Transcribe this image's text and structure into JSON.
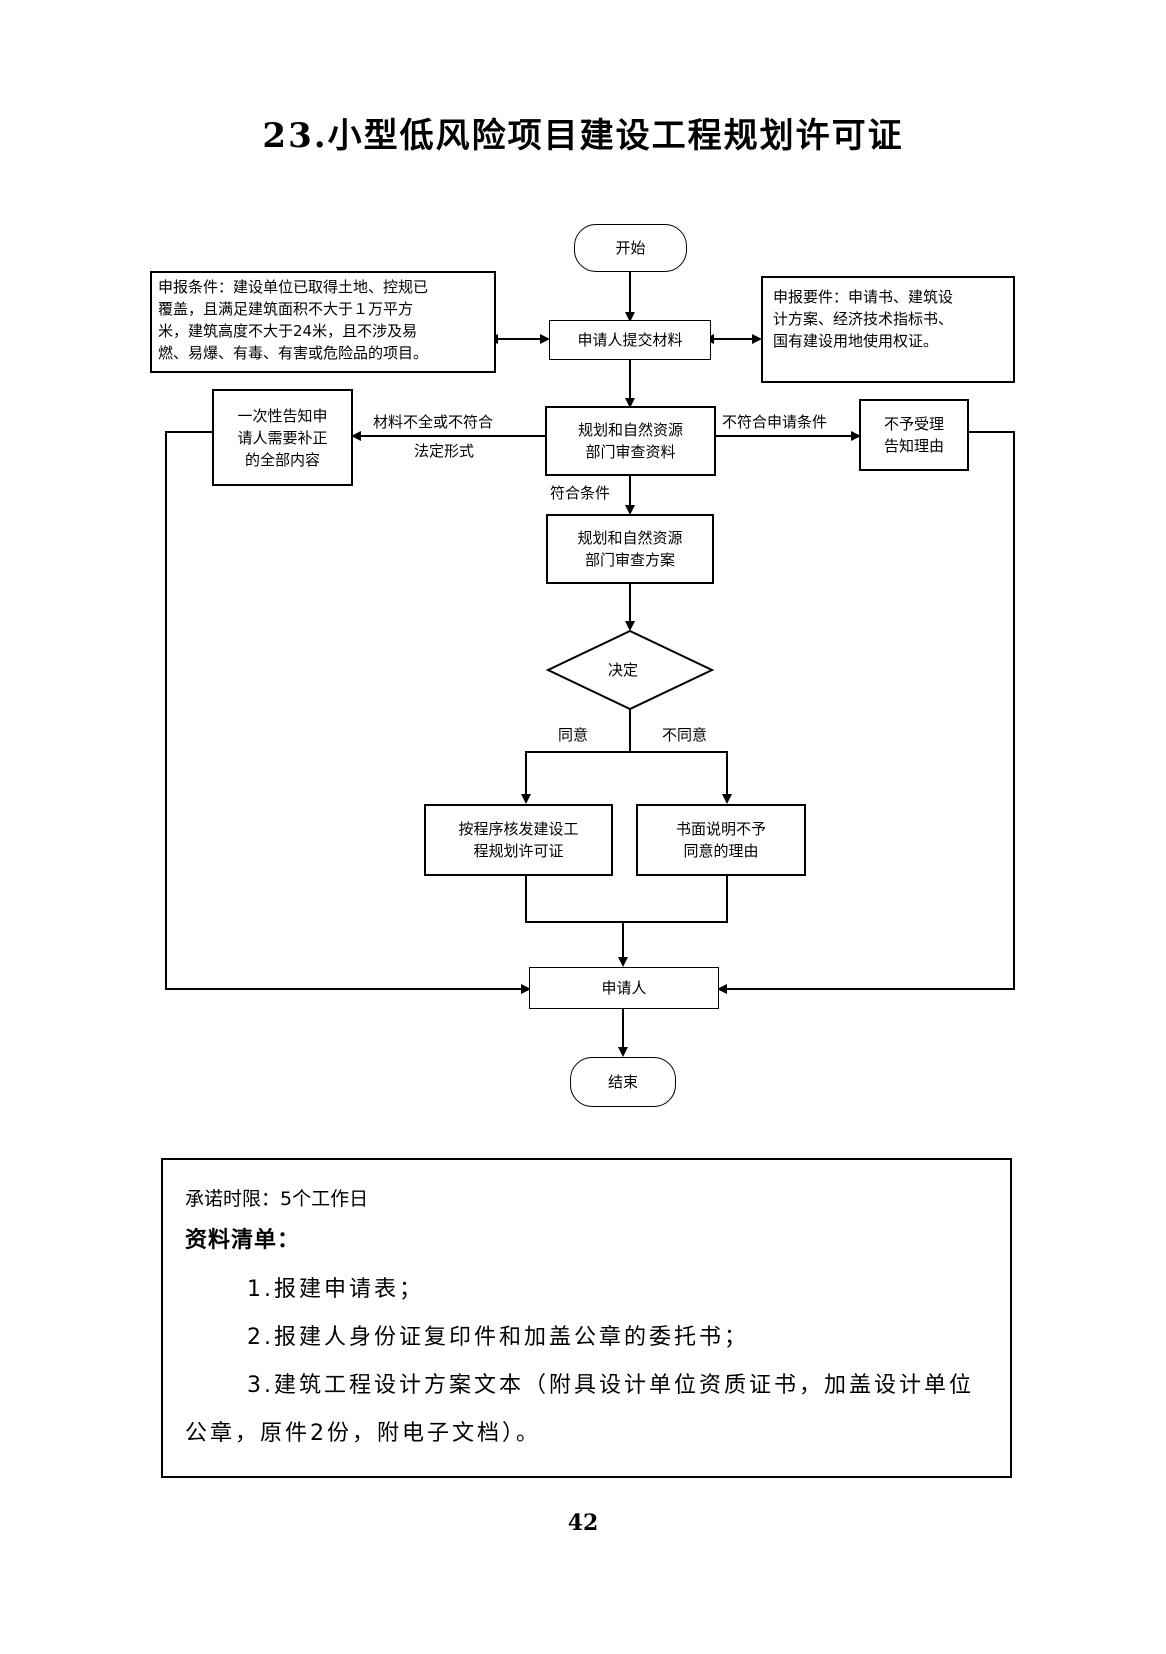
{
  "page": {
    "title": "23.小型低风险项目建设工程规划许可证",
    "page_number": "42"
  },
  "flowchart": {
    "start": "开始",
    "submit": "申请人提交材料",
    "conditions": "申报条件：建设单位已取得土地、控规已\n覆盖，且满足建筑面积不大于１万平方\n米，建筑高度不大于24米，且不涉及易\n燃、易爆、有毒、有害或危险品的项目。",
    "requirements": "申报要件：申请书、建筑设\n计方案、经济技术指标书、\n国有建设用地使用权证。",
    "review_materials": "规划和自然资源\n部门审查资料",
    "notify_once": "一次性告知申\n请人需要补正\n的全部内容",
    "incomplete_label_1": "材料不全或不符合",
    "incomplete_label_2": "法定形式",
    "not_eligible_label": "不符合申请条件",
    "reject": "不予受理\n告知理由",
    "eligible_label": "符合条件",
    "review_plan": "规划和自然资源\n部门审查方案",
    "decision": "决定",
    "agree_label": "同意",
    "disagree_label": "不同意",
    "issue": "按程序核发建设工\n程规划许可证",
    "written_reason": "书面说明不予\n同意的理由",
    "applicant": "申请人",
    "end": "结束"
  },
  "info": {
    "deadline": "承诺时限：5个工作日",
    "list_title": "资料清单：",
    "items": [
      "1.报建申请表；",
      "2.报建人身份证复印件和加盖公章的委托书；",
      "3.建筑工程设计方案文本（附具设计单位资质证书，加盖设计单位公章，原件2份，附电子文档）。"
    ]
  }
}
